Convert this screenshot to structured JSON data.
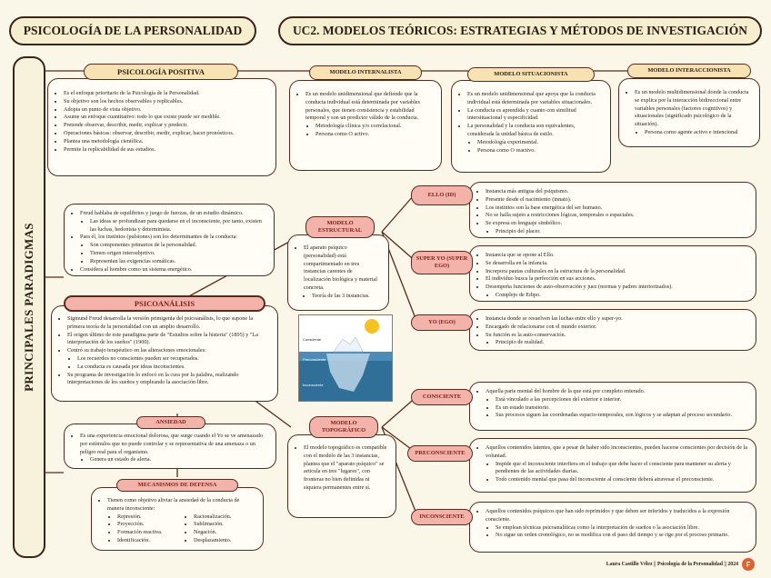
{
  "header": {
    "left_title": "PSICOLOGÍA DE LA PERSONALIDAD",
    "right_title": "UC2. MODELOS TEÓRICOS: ESTRATEGIAS Y MÉTODOS DE INVESTIGACIÓN"
  },
  "side_label": "PRINCIPALES PARADIGMAS",
  "positiva": {
    "title": "PSICOLOGÍA POSITIVA",
    "items": [
      "Es el enfoque prioritario de la Psicología de la Personalidad.",
      "Su objetivo son los hechos observables y replicables.",
      "Adopta un punto de vista objetivo.",
      "Asume un enfoque cuantitativo: todo lo que existe puede ser medible.",
      "Pretende observar, describir, medir, explicar y predecir.",
      "Operaciones básicas: observar, describir, medir, explicar, hacer pronósticos.",
      "Plantea una metodología científica.",
      "Permite la replicabilidad de sus estudios."
    ]
  },
  "internalista": {
    "title": "MODELO INTERNALISTA",
    "text": "Es un modelo unidimensional que defiende que la conducta individual está determinada por variables personales, que tienen consistencia y estabilidad temporal y son un predictor válido de la conducta.",
    "sub": [
      "Metodología clínica y/o correlacional.",
      "Persona como O activo."
    ]
  },
  "situacionista": {
    "title": "MODELO SITUACIONISTA",
    "text": "Es un modelo unidimensional que apoya que la conducta individual está determinada por variables situacionales.",
    "items": [
      "La conducta es aprendida y cuanto con similitud intersituacional y especificidad.",
      "La personalidad y la conducta son equivalentes, considerada la unidad básica de estilo."
    ],
    "sub": [
      "Metodología experimental.",
      "Persona como O reactivo."
    ]
  },
  "interaccionista": {
    "title": "MODELO INTERACCIONISTA",
    "text": "Es un modelo multidimensional donde la conducta se explica por la interacción bidireccional entre variables personales (factores cognitivos) y situacionales (significado psicológico de la situación).",
    "sub": [
      "Persona como agente activo e intencional"
    ]
  },
  "freud_box": {
    "items": [
      "Freud hablaba de equilibrios y juego de fuerzas, de un estudio dinámico.",
      "Para él, los instintos (pulsiones) son los determinantes de la conducta:",
      "Considera al hombre como un sistema energético."
    ],
    "sub1": [
      "Las ideas se profundizan para quedarse en el inconsciente, por tanto, existen las luchas, hedonista y determinista."
    ],
    "sub2": [
      "Son componentes primarios de la personalidad.",
      "Tienen origen intersubjetivo.",
      "Representan las exigencias somáticas."
    ]
  },
  "psicoanalisis": {
    "title": "PSICOANÁLISIS",
    "items": [
      "Sigmund Freud desarrolla la versión primigenia del psicoanálisis, lo que supone la primera teoría de la personalidad con un amplio desarrollo.",
      "El origen último de este paradigma parte de \"Estudios sobre la histeria\" (1895) y \"La interpretación de los sueños\" (1900).",
      "Centró su trabajo terapéutico en las alteraciones emocionales:",
      "Su programa de investigación lo enfocó en la cura por la palabra, realizando interpretaciones de los sueños y empleando la asociación libre."
    ],
    "sub": [
      "Los recuerdos no conscientes pueden ser recuperados.",
      "La conducta es causada por ideas inconscientes."
    ]
  },
  "ansiedad": {
    "title": "ANSIEDAD",
    "text": "Es una experiencia emocional dolorosa, que surge cuando el Yo se ve amenazado por estímulos que no puede controlar y se representativa de una amenaza o un peligro real para el organismo.",
    "sub": [
      "Genera un estado de alerta."
    ]
  },
  "defensa": {
    "title": "MECANISMOS DE DEFENSA",
    "text": "Tienen como objetivo aliviar la ansiedad de la conducta de manera inconsciente:",
    "col1": [
      "Represión.",
      "Proyección.",
      "Formación reactiva.",
      "Identificación."
    ],
    "col2": [
      "Racionalización.",
      "Sublimación.",
      "Negación.",
      "Desplazamiento."
    ]
  },
  "estructural": {
    "title": "MODELO ESTRUCTURAL",
    "text": "El aparato psíquico (personalidad) está compartimentado en tres instancias carentes de localización biológica y material concreta.",
    "sub": [
      "Teoría de las 3 instancias."
    ]
  },
  "topografico": {
    "title": "MODELO TOPOGRÁFICO",
    "text": "El modelo topográfico es compatible con el modelo de las 3 instancias, plantea que el \"aparato psíquico\" se articula en tres \"lugares\", con fronteras no bien definidas ni siquiera permanentes entre sí."
  },
  "iceberg": {
    "labels": [
      "Consciente",
      "Preconsciente",
      "Inconsciente"
    ]
  },
  "ello": {
    "title": "ELLO (ID)",
    "items": [
      "Instancia más antigua del psiquismo.",
      "Presente desde el nacimiento (innato).",
      "Los instintos son la base energética del ser humano.",
      "No se halla sujeto a restricciones lógicas, temporales o espaciales.",
      "Se expresa en lenguaje simbólico."
    ],
    "sub": [
      "Principio del placer."
    ]
  },
  "superyo": {
    "title": "SUPER YO (SUPER EGO)",
    "items": [
      "Instancia que se opone al Ello.",
      "Se desarrolla en la infancia.",
      "Incorpora pautas culturales en la estructura de la personalidad.",
      "El individuo busca la perfección en sus acciones.",
      "Desempeña funciones de auto-observación y juez (normas y padres interiorizados)."
    ],
    "sub": [
      "Complejo de Edipo."
    ]
  },
  "yo": {
    "title": "YO (EGO)",
    "items": [
      "Instancia donde se resuelven las luchas entre ello y super-yo.",
      "Encargado de relacionarse con el mundo exterior.",
      "Su función es la auto-conservación."
    ],
    "sub": [
      "Principio de realidad."
    ]
  },
  "consciente": {
    "title": "CONSCIENTE",
    "text": "Aquella parte mental del hombre de la que está por completo enterado.",
    "sub": [
      "Está vinculado a las percepciones del exterior e interior.",
      "Es un estado transitorio.",
      "Sus procesos siguen las coordenadas espacio-temporales, son lógicos y se adaptan al proceso secundario."
    ]
  },
  "preconsciente": {
    "title": "PRECONSCIENTE",
    "text": "Aquellos contenidos latentes, que a pesar de haber sido inconscientes, pueden hacerse conscientes por decisión de la voluntad.",
    "sub": [
      "Impide que el inconsciente interfiera en el trabajo que debe hacer el consciente para mantener su alerta y pendientes de las actividades diarias.",
      "Todo contenido mental que pasa del inconsciente al consciente deberá atravesar el preconsciente."
    ]
  },
  "inconsciente": {
    "title": "INCONSCIENTE",
    "text": "Aquellos contenidos psíquicos que han sido reprimidos y que deben ser inferidos y traducidos a la expresión consciente.",
    "sub": [
      "Se emplean técnicas psicoanalíticas como la interpretación de sueños o la asociación libre.",
      "No sigue un orden cronológico, no se modifica con el paso del tiempo y se rige por el proceso primario."
    ]
  },
  "footer": {
    "credit": "Laura Castillo Vélez || Psicología de la Personalidad || 2024",
    "logo_text": "F"
  },
  "colors": {
    "background": "#fbf7e8",
    "border": "#3b2418",
    "tan_tag": "#f6e2b3",
    "red_tag": "#f3b3aa",
    "logo": "#e0612d"
  }
}
